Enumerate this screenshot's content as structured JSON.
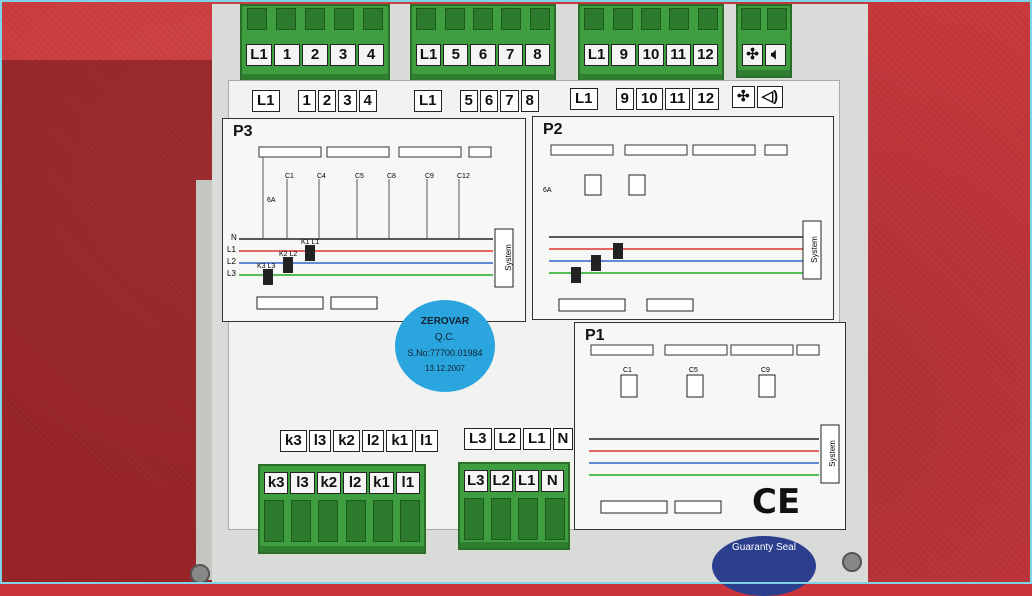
{
  "top_terminals": [
    [
      "L1",
      "1",
      "2",
      "3",
      "4"
    ],
    [
      "L1",
      "5",
      "6",
      "7",
      "8"
    ],
    [
      "L1",
      "9",
      "10",
      "11",
      "12"
    ]
  ],
  "top_strip": {
    "group1": [
      "L1",
      "1",
      "2",
      "3",
      "4"
    ],
    "group2": [
      "L1",
      "5",
      "6",
      "7",
      "8"
    ],
    "group3": [
      "L1",
      "9",
      "10",
      "11",
      "12"
    ],
    "fan_icon": "fan-icon",
    "speaker_icon": "speaker-icon"
  },
  "diagrams": {
    "p3": "P3",
    "p2": "P2",
    "p1": "P1",
    "system": "System",
    "lines": [
      "N",
      "L1",
      "L2",
      "L3"
    ],
    "k_labels": [
      "K1 L1",
      "K2 L2",
      "K3 L3"
    ],
    "fuse": "6A",
    "caps_p3": [
      "C1",
      "C4",
      "C5",
      "C8",
      "C9",
      "C12"
    ],
    "caps_p1": [
      "C1",
      "C5",
      "C9"
    ],
    "bottom_k": [
      "k3",
      "l3",
      "k2",
      "l2",
      "k1",
      "l1"
    ],
    "bottom_l": [
      "L3",
      "L2",
      "L1",
      "N"
    ]
  },
  "sticker": {
    "brand": "ZEROVAR",
    "qc": "Q.C.",
    "serial": "S.No:77700.01984",
    "date": "13.12.2007"
  },
  "bottom_strip": {
    "k_group": [
      "k3",
      "l3",
      "k2",
      "l2",
      "k1",
      "l1"
    ],
    "l_group": [
      "L3",
      "L2",
      "L1",
      "N"
    ]
  },
  "bottom_terminals": [
    [
      "k3",
      "l3",
      "k2",
      "l2",
      "k1",
      "l1"
    ],
    [
      "L3",
      "L2",
      "L1",
      "N"
    ]
  ],
  "ce_mark": "CE",
  "seal_text": "Guaranty Seal"
}
